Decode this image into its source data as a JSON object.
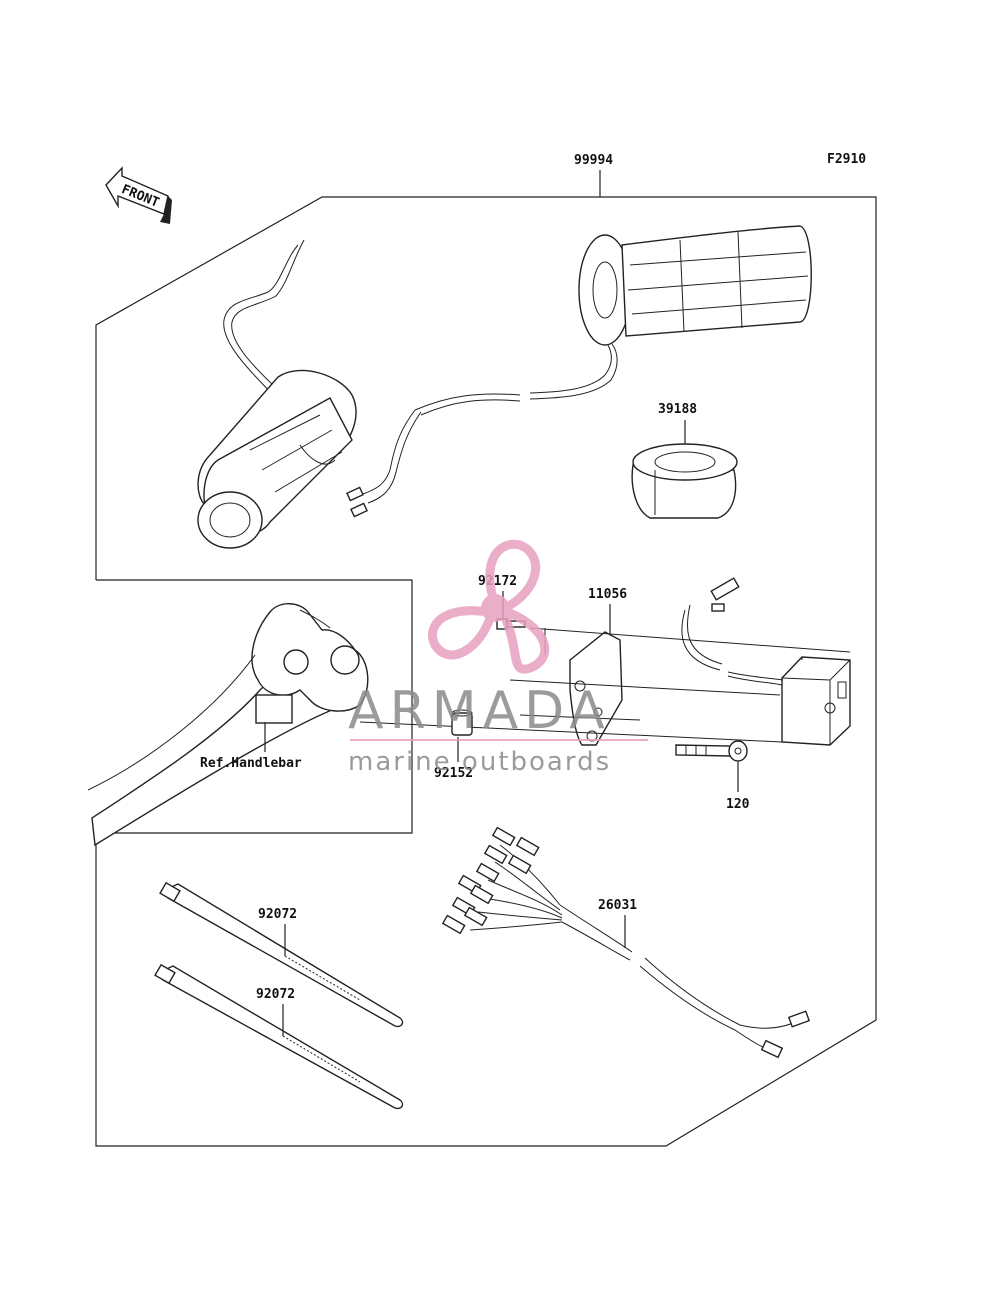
{
  "diagram": {
    "figure_code": "F2910",
    "front_label": "FRONT",
    "ref_label": "Ref.Handlebar",
    "parts": {
      "kit": "99994",
      "collar": "39188",
      "screw": "92172",
      "bracket": "11056",
      "spacer": "92152",
      "bolt": "120",
      "harness": "26031",
      "band_top": "92072",
      "band_bottom": "92072"
    }
  },
  "watermark": {
    "brand": "ARMADA",
    "tagline": "marine outboards",
    "accent_color": "#e8a0c0",
    "text_color": "#8a8a8a"
  }
}
